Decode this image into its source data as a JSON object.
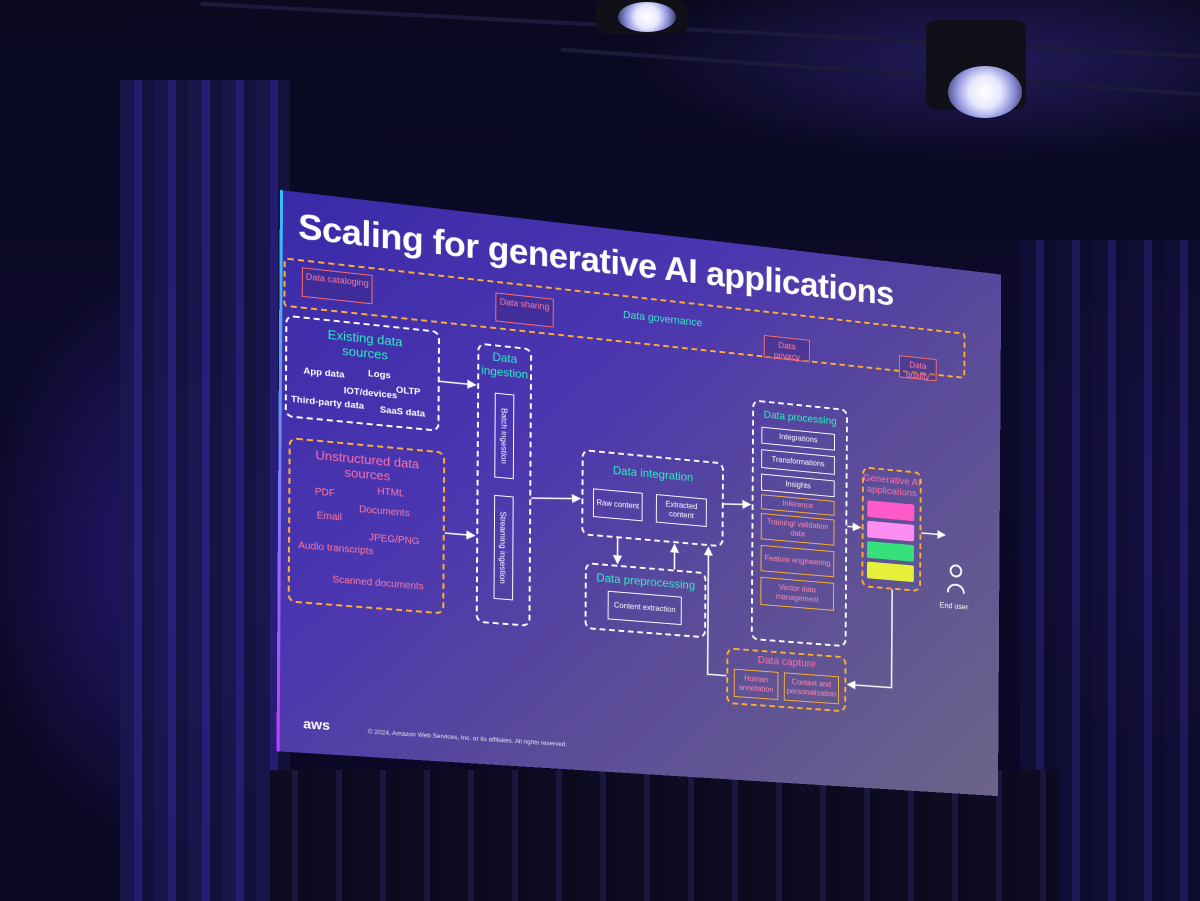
{
  "slide": {
    "title": "Scaling for generative AI applications",
    "governance": {
      "label": "Data governance",
      "tags": [
        "Data cataloging",
        "Data sharing",
        "Data privacy",
        "Data quality"
      ]
    },
    "existing_sources": {
      "title": "Existing data sources",
      "items": [
        "App data",
        "Logs",
        "IOT/devices",
        "OLTP",
        "Third-party data",
        "SaaS data"
      ]
    },
    "unstructured_sources": {
      "title": "Unstructured data sources",
      "items": [
        "PDF",
        "HTML",
        "Documents",
        "Email",
        "JPEG/PNG",
        "Audio transcripts",
        "Scanned documents"
      ]
    },
    "ingestion": {
      "title": "Data ingestion",
      "items": [
        "Batch ingestion",
        "Streaming ingestion"
      ]
    },
    "integration": {
      "title": "Data integration",
      "items": [
        "Raw content",
        "Extracted content"
      ]
    },
    "preprocessing": {
      "title": "Data preprocessing",
      "items": [
        "Content extraction"
      ]
    },
    "processing": {
      "title": "Data processing",
      "items": [
        "Integrations",
        "Transformations",
        "Insights",
        "Inference",
        "Training/ validation data",
        "Feature engineering",
        "Vector data management"
      ]
    },
    "genai": {
      "title": "Generative AI applications",
      "chip_colors": [
        "#ff5ac8",
        "#ff8cf0",
        "#36e07a",
        "#e6f03a"
      ]
    },
    "capture": {
      "title": "Data capture",
      "items": [
        "Human annotation",
        "Context and personalization"
      ]
    },
    "end_user": "End user",
    "footer": "© 2024, Amazon Web Services, Inc. or its affiliates. All rights reserved.",
    "logo_text": "aws",
    "colors": {
      "background_start": "#3a2aa8",
      "dashed_white": "#ffffff",
      "dashed_orange": "#ffb02e",
      "heading_green": "#2cf0c0",
      "heading_pink": "#ff6fa8"
    }
  }
}
